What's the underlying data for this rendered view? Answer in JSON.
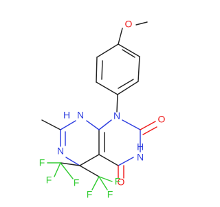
{
  "colors": {
    "carbon_bond": "#222222",
    "nitrogen": "#2f3fe0",
    "oxygen": "#ef1d1d",
    "fluorine": "#33cc33",
    "background": "#ffffff"
  },
  "atoms": {
    "methoxy_oxygen": "O",
    "ring_nitrogen_n1": "N",
    "imide_nitrogen_h": "H",
    "imide_nitrogen": "N",
    "carbonyl_oxygen_upper": "O",
    "carbonyl_oxygen_lower": "O",
    "amine_hydrogen": "H",
    "amine_nitrogen": "N",
    "imine_nitrogen": "N",
    "fluorines": [
      "F",
      "F",
      "F",
      "F",
      "F",
      "F"
    ]
  }
}
